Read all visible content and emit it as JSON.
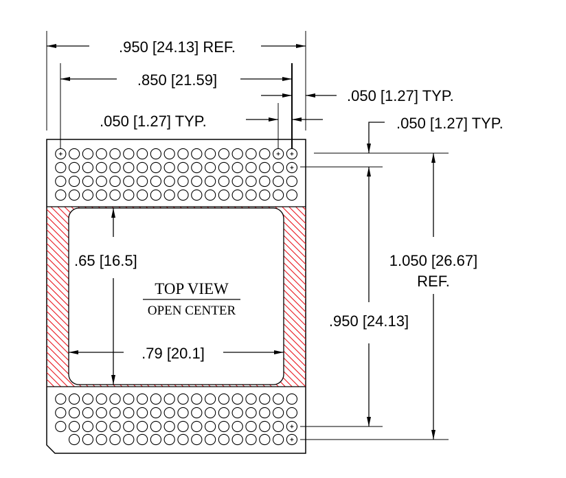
{
  "dimensions": {
    "overall_width": ".950 [24.13] REF.",
    "pin_span_width": ".850 [21.59]",
    "pitch_horizontal_right": ".050 [1.27] TYP.",
    "pitch_horizontal_left": ".050 [1.27] TYP.",
    "pitch_vertical": ".050 [1.27] TYP.",
    "pin_span_height": ".950 [24.13]",
    "overall_height": "1.050 [26.67]",
    "overall_height_ref": "REF.",
    "opening_height": ".65 [16.5]",
    "opening_width": ".79 [20.1]"
  },
  "labels": {
    "title": "TOP VIEW",
    "subtitle": "OPEN CENTER"
  },
  "colors": {
    "hatch": "#e8141c",
    "line": "#000000"
  }
}
